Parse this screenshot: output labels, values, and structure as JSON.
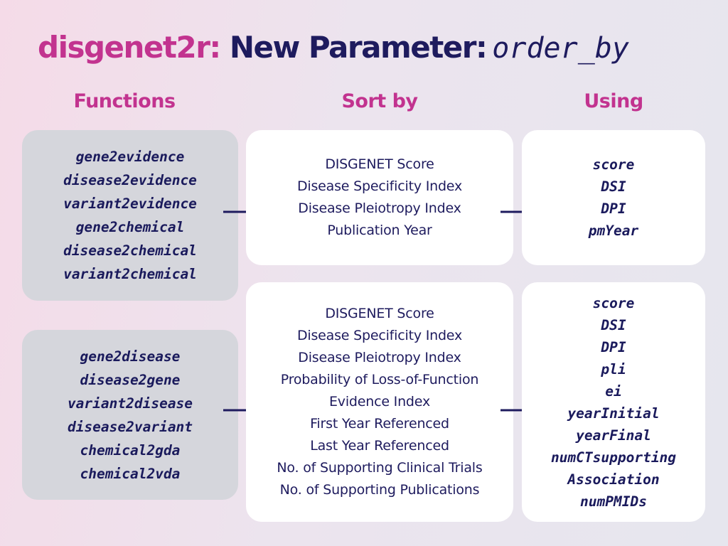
{
  "title": {
    "brand": "disgenet2r:",
    "rest": "New Parameter:",
    "code": "order_by"
  },
  "columns": {
    "functions": "Functions",
    "sort_by": "Sort by",
    "using": "Using"
  },
  "groups": [
    {
      "functions": [
        "gene2evidence",
        "disease2evidence",
        "variant2evidence",
        "gene2chemical",
        "disease2chemical",
        "variant2chemical"
      ],
      "sort_by": [
        "DISGENET Score",
        "Disease Specificity Index",
        "Disease Pleiotropy Index",
        "Publication Year"
      ],
      "using": [
        "score",
        "DSI",
        "DPI",
        "pmYear"
      ]
    },
    {
      "functions": [
        "gene2disease",
        "disease2gene",
        "variant2disease",
        "disease2variant",
        "chemical2gda",
        "chemical2vda"
      ],
      "sort_by": [
        "DISGENET Score",
        "Disease Specificity Index",
        "Disease Pleiotropy Index",
        "Probability of Loss-of-Function",
        "Evidence Index",
        "First Year Referenced",
        "Last Year Referenced",
        "No. of Supporting Clinical Trials",
        "No. of Supporting Publications"
      ],
      "using": [
        "score",
        "DSI",
        "DPI",
        "pli",
        "ei",
        "yearInitial",
        "yearFinal",
        "numCTsupporting",
        "Association",
        "numPMIDs"
      ]
    }
  ],
  "colors": {
    "brand_pink": "#c2338f",
    "navy": "#1e1b5e",
    "function_box": "#d5d6dc",
    "value_box": "#ffffff"
  }
}
